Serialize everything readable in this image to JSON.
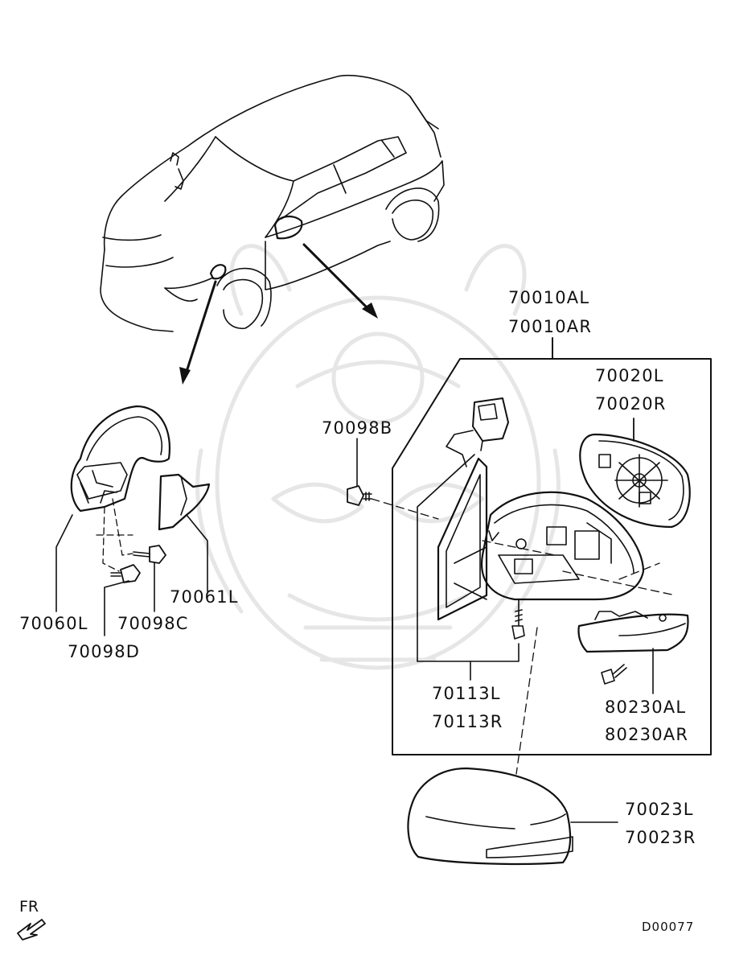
{
  "colors": {
    "line": "#111111",
    "watermark": "#e6e6e6",
    "background": "#ffffff"
  },
  "labels": {
    "p70010AL": "70010AL",
    "p70010AR": "70010AR",
    "p70020L": "70020L",
    "p70020R": "70020R",
    "p70098B": "70098B",
    "p70113L": "70113L",
    "p70113R": "70113R",
    "p80230AL": "80230AL",
    "p80230AR": "80230AR",
    "p70023L": "70023L",
    "p70023R": "70023R",
    "p70060L": "70060L",
    "p70061L": "70061L",
    "p70098C": "70098C",
    "p70098D": "70098D"
  },
  "footer": {
    "direction": "FR",
    "diagram_code": "D00077"
  },
  "icons": {
    "direction": "front-arrow-icon",
    "watermark": "samurai-watermark-icon"
  }
}
